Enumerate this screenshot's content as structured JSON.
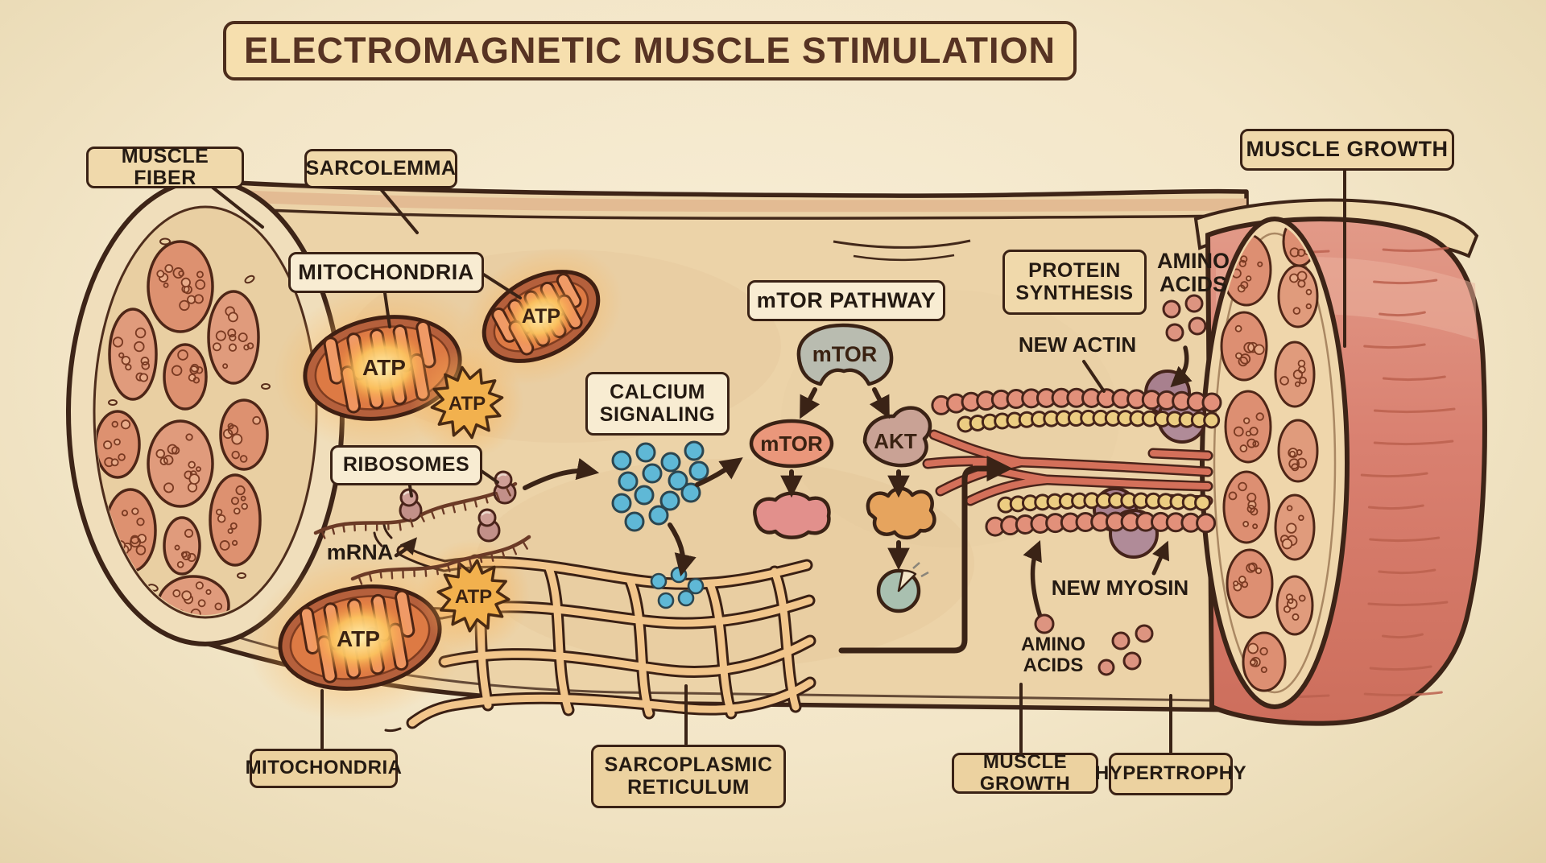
{
  "title": "ELECTROMAGNETIC MUSCLE STIMULATION",
  "boxes": {
    "muscle_fiber": "MUSCLE FIBER",
    "sarcolemma": "SARCOLEMMA",
    "mitochondria_top": "MITOCHONDRIA",
    "ribosomes": "RIBOSOMES",
    "calcium_signaling": "CALCIUM\nSIGNALING",
    "mtor_pathway": "mTOR PATHWAY",
    "protein_synthesis": "PROTEIN\nSYNTHESIS",
    "muscle_growth_top": "MUSCLE GROWTH",
    "mitochondria_bottom": "MITOCHONDRIA",
    "sarcoplasmic_reticulum": "SARCOPLASMIC\nRETICULUM",
    "muscle_growth_bottom": "MUSCLE GROWTH",
    "hypertrophy": "HYPERTROPHY"
  },
  "annotations": {
    "mrna": "mRNA",
    "amino_acids_top": "AMINO\nACIDS",
    "new_actin": "NEW ACTIN",
    "new_myosin": "NEW MYOSIN",
    "amino_acids_bottom": "AMINO\nACIDS"
  },
  "molecules": {
    "atp_mito_top": "ATP",
    "atp_mito_right": "ATP",
    "atp_mito_bottom": "ATP",
    "atp_burst_upper": "ATP",
    "atp_burst_lower": "ATP",
    "mtor_complex": "mTOR",
    "mtor_activated": "mTOR",
    "akt": "AKT"
  },
  "colors": {
    "parchment": "#f3e6c8",
    "outline_brown": "#3d2417",
    "label_cream": "#f8ecd2",
    "label_tan": "#f0d9ab",
    "fiber_tan": "#ecd3a8",
    "organelle_orange": "#dd7a44",
    "atp_gold": "#f2b14e",
    "calcium_blue": "#5fb8d6",
    "sr_orange": "#f2c68c",
    "muscle_pink": "#d98070",
    "fascicle_salmon": "#dd9170",
    "myosin_red": "#d4705a",
    "actin_yellow": "#eccd82",
    "ribosome_mauve": "#c29089",
    "blob_purple": "#a8808e",
    "mtor_gray": "#b9bcb0",
    "mtor_salmon": "#ea977b",
    "akt_taupe": "#c9a295",
    "sage_green": "#a9c0b0"
  }
}
